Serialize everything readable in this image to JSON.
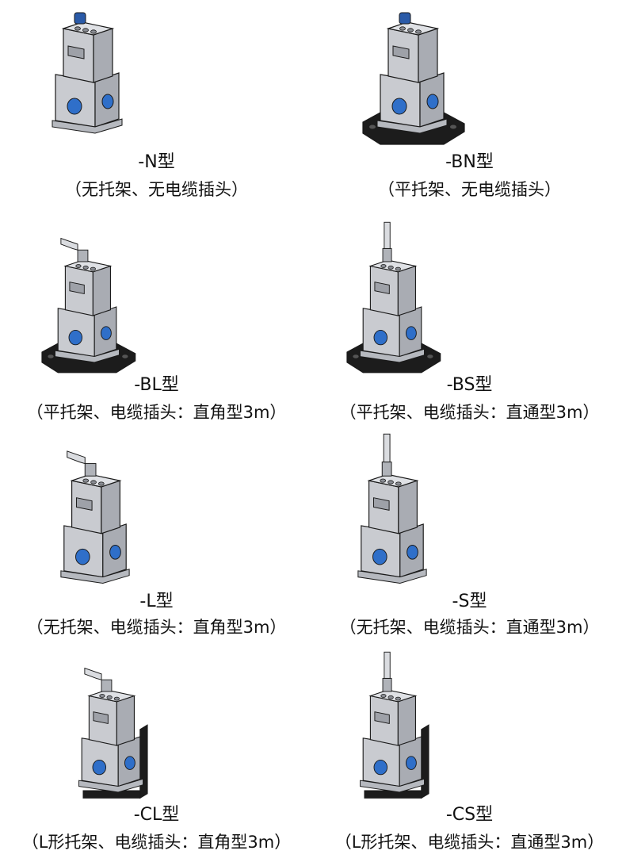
{
  "models": [
    {
      "id": "N",
      "name": "-N型",
      "description": "（无托架、无电缆插头）",
      "bracket": "none",
      "connector": "none"
    },
    {
      "id": "BN",
      "name": "-BN型",
      "description": "（平托架、无电缆插头）",
      "bracket": "flat",
      "connector": "none"
    },
    {
      "id": "BL",
      "name": "-BL型",
      "description": "（平托架、电缆插头：直角型3m）",
      "bracket": "flat",
      "connector": "right-angle"
    },
    {
      "id": "BS",
      "name": "-BS型",
      "description": "（平托架、电缆插头：直通型3m）",
      "bracket": "flat",
      "connector": "straight"
    },
    {
      "id": "L",
      "name": "-L型",
      "description": "（无托架、电缆插头：直角型3m）",
      "bracket": "none",
      "connector": "right-angle"
    },
    {
      "id": "S",
      "name": "-S型",
      "description": "（无托架、电缆插头：直通型3m）",
      "bracket": "none",
      "connector": "straight"
    },
    {
      "id": "CL",
      "name": "-CL型",
      "description": "（L形托架、电缆插头：直角型3m）",
      "bracket": "l-shaped",
      "connector": "right-angle"
    },
    {
      "id": "CS",
      "name": "-CS型",
      "description": "（L形托架、电缆插头：直通型3m）",
      "bracket": "l-shaped",
      "connector": "straight"
    }
  ],
  "colors": {
    "body_light": "#c9cbd0",
    "body_mid": "#a9acb3",
    "body_dark": "#7c8088",
    "outline": "#1a1a1a",
    "bracket": "#1c1c1c",
    "port_blue": "#2f6fc9",
    "cap_blue": "#2a5aa8"
  }
}
